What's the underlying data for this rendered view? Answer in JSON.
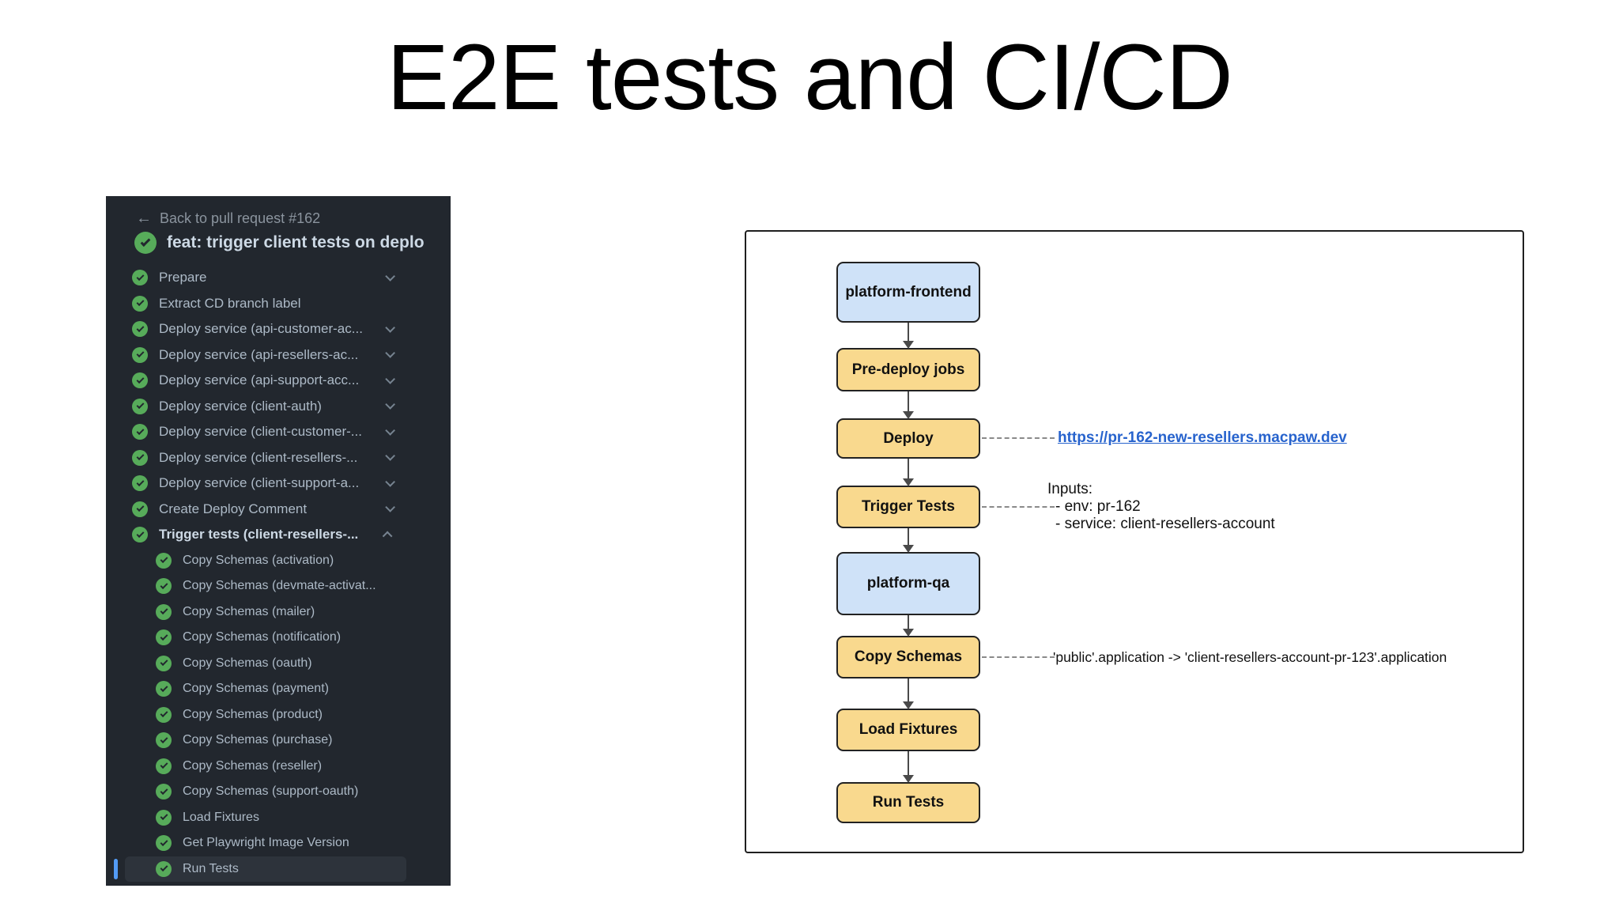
{
  "slide": {
    "title": "E2E tests and CI/CD"
  },
  "sidebar": {
    "back_label": "Back to pull request #162",
    "workflow_title": "feat: trigger client tests on deplo",
    "jobs": [
      {
        "label": "Prepare",
        "chevron": "down"
      },
      {
        "label": "Extract CD branch label",
        "chevron": "none"
      },
      {
        "label": "Deploy service (api-customer-ac...",
        "chevron": "down"
      },
      {
        "label": "Deploy service (api-resellers-ac...",
        "chevron": "down"
      },
      {
        "label": "Deploy service (api-support-acc...",
        "chevron": "down"
      },
      {
        "label": "Deploy service (client-auth)",
        "chevron": "down"
      },
      {
        "label": "Deploy service (client-customer-...",
        "chevron": "down"
      },
      {
        "label": "Deploy service (client-resellers-...",
        "chevron": "down"
      },
      {
        "label": "Deploy service (client-support-a...",
        "chevron": "down"
      },
      {
        "label": "Create Deploy Comment",
        "chevron": "down"
      },
      {
        "label": "Trigger tests (client-resellers-...",
        "chevron": "up"
      }
    ],
    "steps": [
      {
        "label": "Copy Schemas (activation)"
      },
      {
        "label": "Copy Schemas (devmate-activat..."
      },
      {
        "label": "Copy Schemas (mailer)"
      },
      {
        "label": "Copy Schemas (notification)"
      },
      {
        "label": "Copy Schemas (oauth)"
      },
      {
        "label": "Copy Schemas (payment)"
      },
      {
        "label": "Copy Schemas (product)"
      },
      {
        "label": "Copy Schemas (purchase)"
      },
      {
        "label": "Copy Schemas (reseller)"
      },
      {
        "label": "Copy Schemas (support-oauth)"
      },
      {
        "label": "Load Fixtures"
      },
      {
        "label": "Get Playwright Image Version"
      },
      {
        "label": "Run Tests",
        "highlighted": true
      }
    ],
    "colors": {
      "background": "#22272e",
      "success_green": "#57ab5a",
      "highlight_row": "#2d333b",
      "scroll_indicator": "#539bf5"
    }
  },
  "flowchart": {
    "nodes": [
      {
        "label": "platform-frontend",
        "color": "blue"
      },
      {
        "label": "Pre-deploy jobs",
        "color": "orange"
      },
      {
        "label": "Deploy",
        "color": "orange"
      },
      {
        "label": "Trigger Tests",
        "color": "orange"
      },
      {
        "label": "platform-qa",
        "color": "blue"
      },
      {
        "label": "Copy Schemas",
        "color": "orange"
      },
      {
        "label": "Load Fixtures",
        "color": "orange"
      },
      {
        "label": "Run Tests",
        "color": "orange"
      }
    ],
    "annotations": {
      "deploy_link": "https://pr-162-new-resellers.macpaw.dev",
      "inputs_title": "Inputs:",
      "inputs_env": "- env: pr-162",
      "inputs_service": "- service: client-resellers-account",
      "copy_schemas_note": "'public'.application -> 'client-resellers-account-pr-123'.application"
    },
    "colors": {
      "node_blue": "#cfe2f8",
      "node_orange": "#f9d98e",
      "link_blue": "#2763cd"
    }
  }
}
